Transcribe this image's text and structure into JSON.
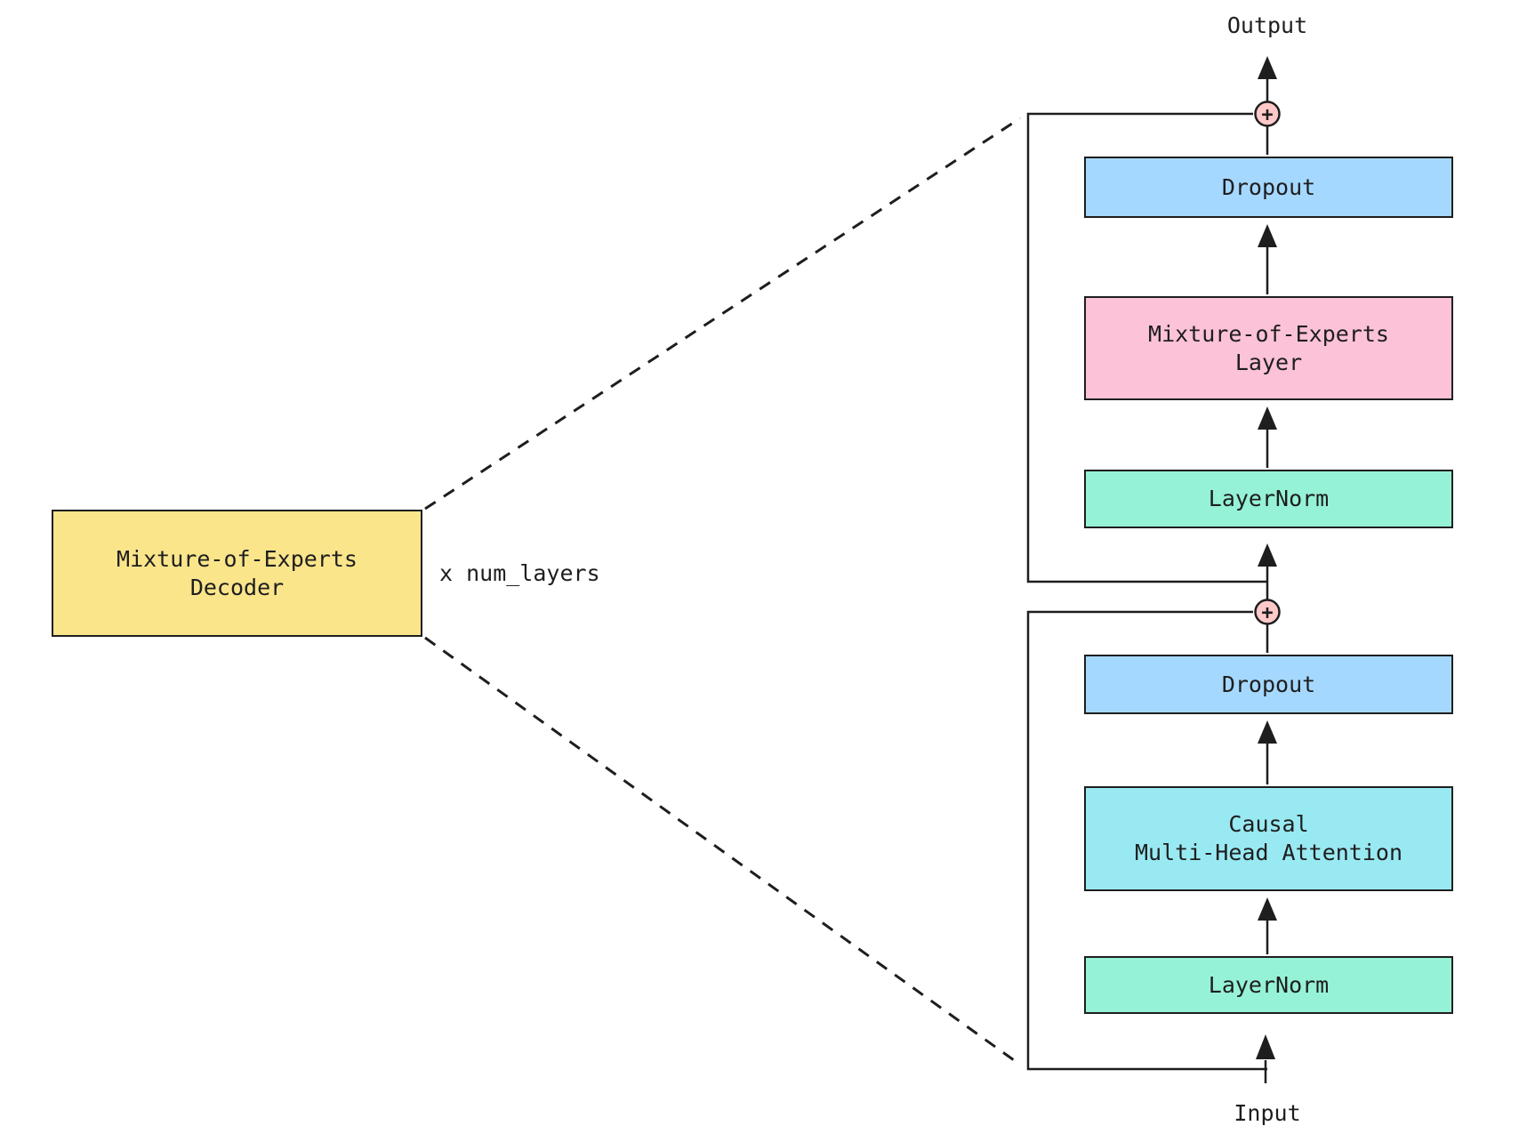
{
  "diagram": {
    "decoder": {
      "label": "Mixture-of-Experts\nDecoder",
      "fill": "#fae58b"
    },
    "multiplier_label": "x num_layers",
    "io": {
      "output_label": "Output",
      "input_label": "Input"
    },
    "blocks": [
      {
        "id": "dropout-top",
        "label": "Dropout",
        "fill": "#a5d8ff"
      },
      {
        "id": "moe-layer",
        "label": "Mixture-of-Experts\nLayer",
        "fill": "#fcc2d7"
      },
      {
        "id": "layernorm-top",
        "label": "LayerNorm",
        "fill": "#96f2d7"
      },
      {
        "id": "dropout-bottom",
        "label": "Dropout",
        "fill": "#a5d8ff"
      },
      {
        "id": "causal-mha",
        "label": "Causal\nMulti-Head Attention",
        "fill": "#99e9f2"
      },
      {
        "id": "layernorm-bottom",
        "label": "LayerNorm",
        "fill": "#96f2d7"
      }
    ],
    "residual": {
      "plus_symbol": "+",
      "circle_fill": "#ffc9c9"
    },
    "colors": {
      "stroke": "#1e1e1e",
      "text": "#1e1e1e",
      "background": "#ffffff"
    }
  }
}
